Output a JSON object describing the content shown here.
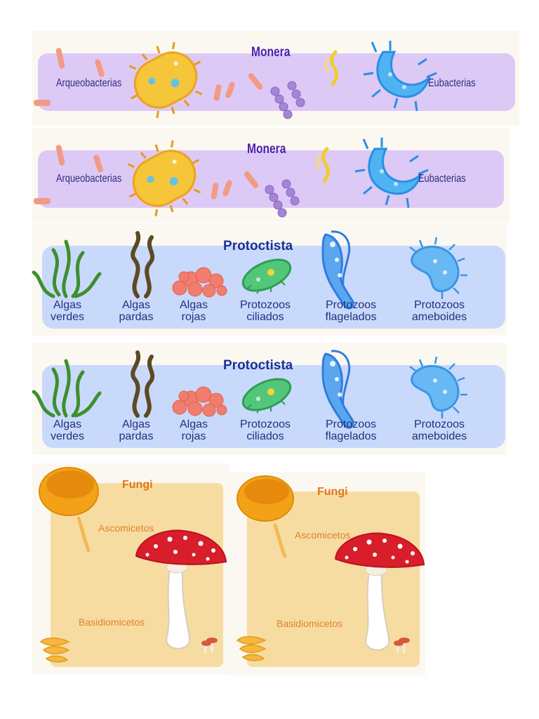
{
  "monera": {
    "title": "Monera",
    "left_label": "Arqueobacterias",
    "right_label": "Eubacterias",
    "colors": {
      "band": "#ddc9f6",
      "title": "#4b1fb0",
      "text": "#2e2f7a"
    }
  },
  "protoctista": {
    "title": "Protoctista",
    "groups": [
      {
        "line1": "Algas",
        "line2": "verdes"
      },
      {
        "line1": "Algas",
        "line2": "pardas"
      },
      {
        "line1": "Algas",
        "line2": "rojas"
      },
      {
        "line1": "Protozoos",
        "line2": "ciliados"
      },
      {
        "line1": "Protozoos",
        "line2": "flagelados"
      },
      {
        "line1": "Protozoos",
        "line2": "ameboides"
      }
    ],
    "colors": {
      "band": "#c9d9fb",
      "title": "#1d2f9a",
      "text": "#22307c"
    }
  },
  "fungi": {
    "title": "Fungi",
    "label_top": "Ascomicetos",
    "label_bottom": "Basidiomicetos",
    "colors": {
      "box": "#f7dca2",
      "title": "#e0761b",
      "cap": "#d91e2b"
    }
  }
}
